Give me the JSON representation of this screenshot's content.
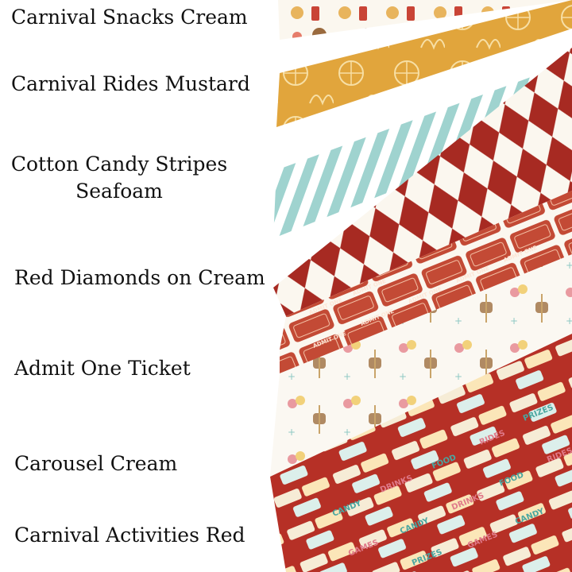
{
  "labels": [
    {
      "id": "snacks",
      "text": "Carnival Snacks Cream"
    },
    {
      "id": "rides",
      "text": "Carnival Rides Mustard"
    },
    {
      "id": "stripes_line1",
      "text": "Cotton Candy Stripes"
    },
    {
      "id": "stripes_line2",
      "text": "Seafoam"
    },
    {
      "id": "diamonds",
      "text": "Red Diamonds on Cream"
    },
    {
      "id": "ticket",
      "text": "Admit One Ticket"
    },
    {
      "id": "carousel",
      "text": "Carousel Cream"
    },
    {
      "id": "activities",
      "text": "Carnival Activities Red"
    }
  ],
  "swatch_text": {
    "ticket_word": "ADMIT ONE",
    "activities_words": [
      "CANDY",
      "DRINKS",
      "FOOD",
      "RIDES",
      "PRIZES",
      "GAMES"
    ]
  },
  "colors": {
    "cream": "#fbf7ef",
    "mustard": "#e1a53c",
    "seafoam": "#9fd3cf",
    "red": "#a72a22",
    "ticket_red": "#c34a35",
    "activities_red": "#b63026"
  }
}
